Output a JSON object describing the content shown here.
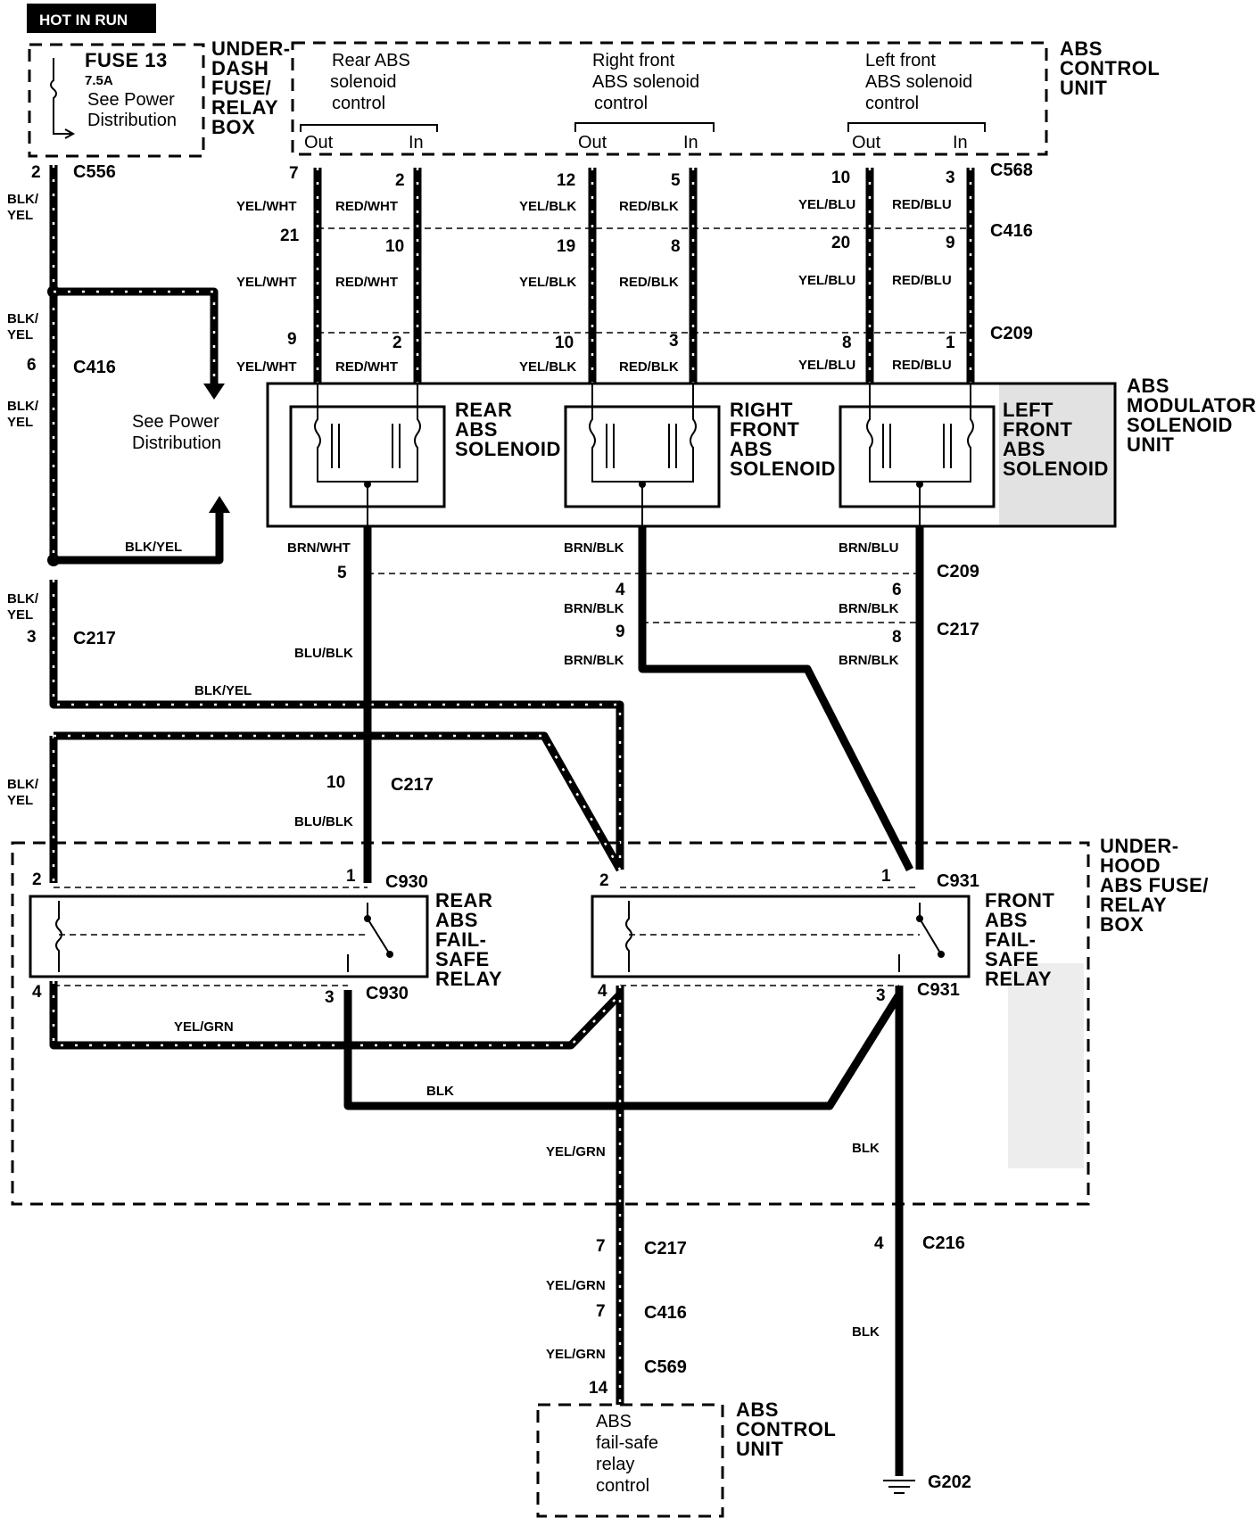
{
  "header": {
    "tag": "HOT IN RUN"
  },
  "fuse": {
    "name": "FUSE 13",
    "rating": "7.5A",
    "note_1": "See Power",
    "note_2": "Distribution"
  },
  "underdash_box": {
    "line1": "UNDER-",
    "line2": "DASH",
    "line3": "FUSE/",
    "line4": "RELAY",
    "line5": "BOX"
  },
  "control_unit": {
    "title1": "ABS",
    "title2": "CONTROL",
    "title3": "UNIT",
    "rear_1": "Rear ABS",
    "rear_2": "solenoid",
    "rear_3": "control",
    "rf_1": "Right  front",
    "rf_2": "ABS solenoid",
    "rf_3": "control",
    "lf_1": "Left  front",
    "lf_2": "ABS solenoid",
    "lf_3": "control",
    "out": "Out",
    "in": "In"
  },
  "modulator": {
    "title1": "ABS",
    "title2": "MODULATOR",
    "title3": "SOLENOID",
    "title4": "UNIT",
    "rear_1": "REAR",
    "rear_2": "ABS",
    "rear_3": "SOLENOID",
    "rf_1": "RIGHT",
    "rf_2": "FRONT",
    "rf_3": "ABS",
    "rf_4": "SOLENOID",
    "lf_1": "LEFT",
    "lf_2": "FRONT",
    "lf_3": "ABS",
    "lf_4": "SOLENOID"
  },
  "underhood_box": {
    "line1": "UNDER-",
    "line2": "HOOD",
    "line3": "ABS FUSE/",
    "line4": "RELAY",
    "line5": "BOX"
  },
  "rear_relay": {
    "l1": "REAR",
    "l2": "ABS",
    "l3": "FAIL-",
    "l4": "SAFE",
    "l5": "RELAY"
  },
  "front_relay": {
    "l1": "FRONT",
    "l2": "ABS",
    "l3": "FAIL-",
    "l4": "SAFE",
    "l5": "RELAY"
  },
  "bottom_unit": {
    "l1": "ABS",
    "l2": "fail-safe",
    "l3": "relay",
    "l4": "control",
    "t1": "ABS",
    "t2": "CONTROL",
    "t3": "UNIT"
  },
  "power_note": {
    "l1": "See Power",
    "l2": "Distribution"
  },
  "ground": "G202",
  "connectors": {
    "c556": "C556",
    "c568": "C568",
    "c416": "C416",
    "c209": "C209",
    "c217": "C217",
    "c930": "C930",
    "c931": "C931",
    "c216": "C216",
    "c569": "C569"
  },
  "wires": {
    "blk_yel": "BLK/YEL",
    "blk_1": "BLK/",
    "yel_1": "YEL",
    "yel_wht": "YEL/WHT",
    "red_wht": "RED/WHT",
    "yel_blk": "YEL/BLK",
    "red_blk": "RED/BLK",
    "yel_blu": "YEL/BLU",
    "red_blu": "RED/BLU",
    "brn_wht": "BRN/WHT",
    "brn_blk": "BRN/BLK",
    "brn_blu": "BRN/BLU",
    "blu_blk": "BLU/BLK",
    "yel_grn": "YEL/GRN",
    "blk": "BLK"
  },
  "pins": {
    "p2": "2",
    "p7": "7",
    "p12": "12",
    "p5": "5",
    "p10": "10",
    "p3": "3",
    "p21": "21",
    "p19": "19",
    "p8": "8",
    "p20": "20",
    "p9": "9",
    "p1": "1",
    "p6": "6",
    "p4": "4",
    "p14": "14"
  }
}
